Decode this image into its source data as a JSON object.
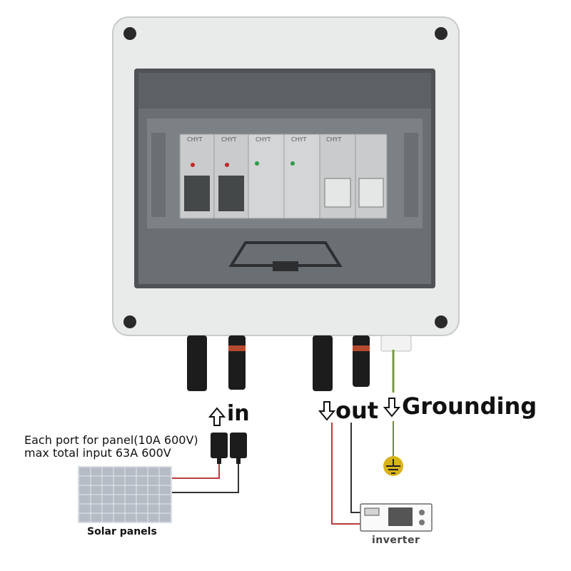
{
  "labels": {
    "in": "in",
    "out": "out",
    "grounding": "Grounding",
    "port_note_line1": "Each port for panel(10A 600V)",
    "port_note_line2": "max total input 63A 600V",
    "solar_panels": "Solar panels",
    "inverter": "inverter"
  },
  "modules": [
    {
      "brand": "CHYT"
    },
    {
      "brand": "CHYT"
    },
    {
      "brand": "CHYT"
    },
    {
      "brand": "CHYT"
    },
    {
      "brand": "CHYT"
    }
  ],
  "colors": {
    "housing": "#e9eaea",
    "cover": "#5b6064",
    "positive_wire": "#b83c3c",
    "negative_wire": "#333333",
    "ground_wire": "#7a9a3a",
    "ground_symbol": "#d8b21a"
  }
}
